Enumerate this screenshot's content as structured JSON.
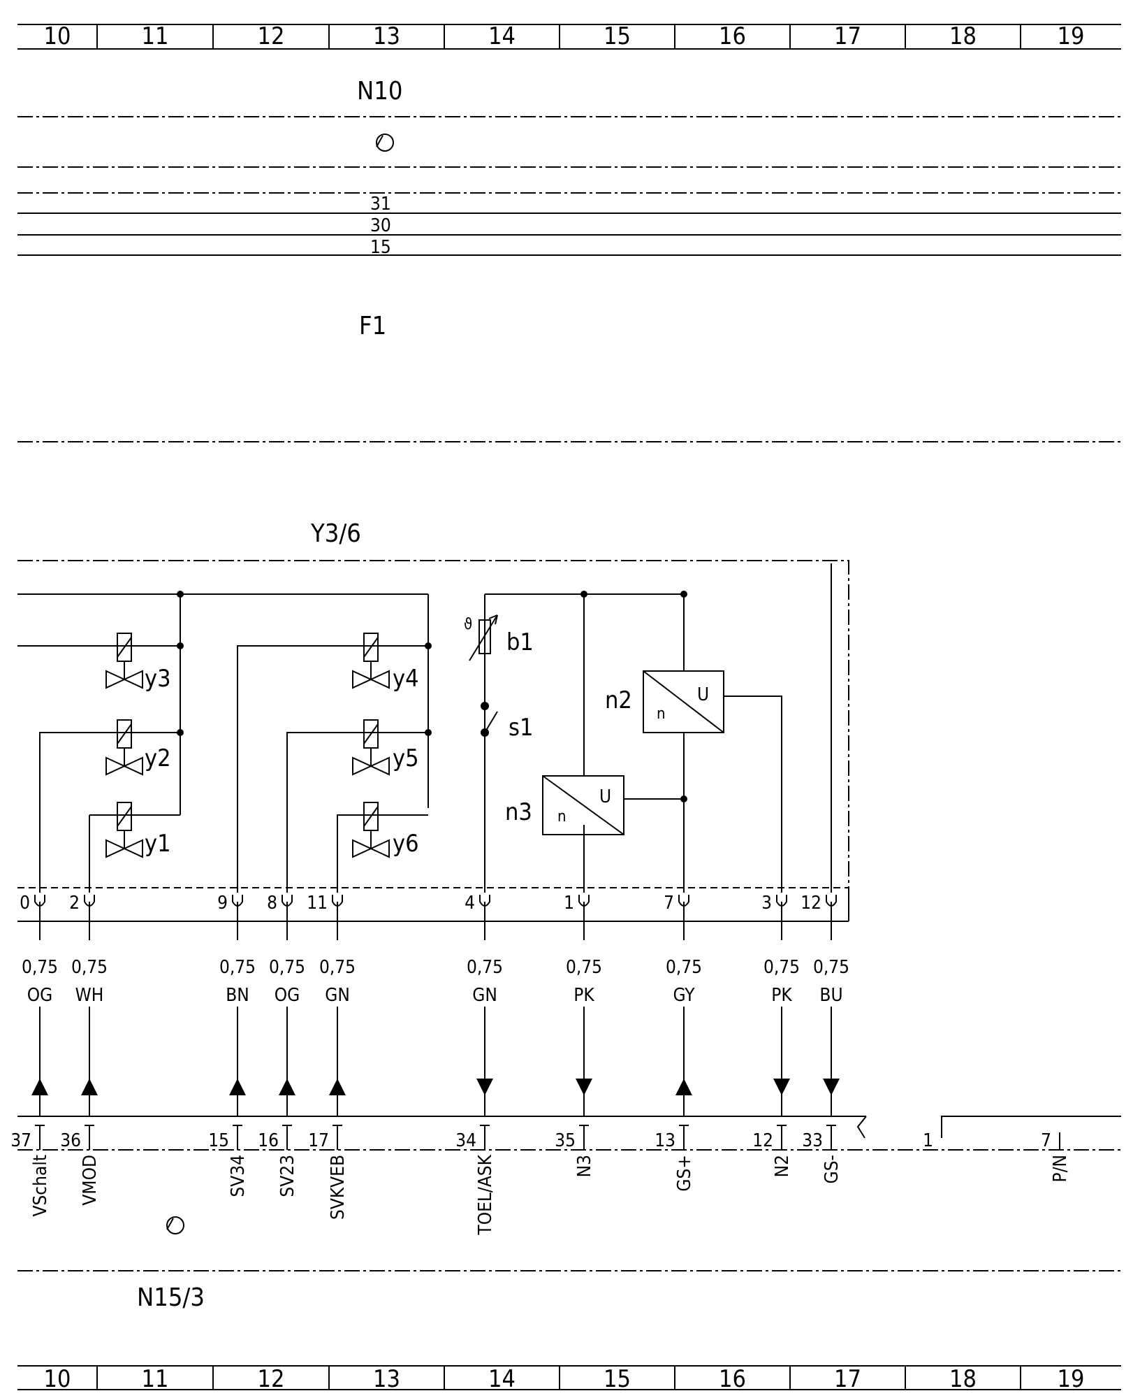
{
  "grid_columns": [
    "10",
    "11",
    "12",
    "13",
    "14",
    "15",
    "16",
    "17",
    "18",
    "19"
  ],
  "components": {
    "n10": "N10",
    "f1": "F1",
    "y3_6": "Y3/6",
    "n15_3": "N15/3"
  },
  "bus_lines": [
    "31",
    "30",
    "15"
  ],
  "valves": [
    "y3",
    "y2",
    "y1",
    "y4",
    "y5",
    "y6"
  ],
  "sensor_labels": {
    "b1": "b1",
    "s1": "s1",
    "n2": "n2",
    "n3": "n3",
    "n": "n",
    "u": "U",
    "theta": "ϑ"
  },
  "connector_pins": [
    "0",
    "2",
    "9",
    "8",
    "11",
    "4",
    "1",
    "7",
    "3",
    "12"
  ],
  "wires": [
    {
      "size": "0,75",
      "color": "OG"
    },
    {
      "size": "0,75",
      "color": "WH"
    },
    {
      "size": "0,75",
      "color": "BN"
    },
    {
      "size": "0,75",
      "color": "OG"
    },
    {
      "size": "0,75",
      "color": "GN"
    },
    {
      "size": "0,75",
      "color": "GN"
    },
    {
      "size": "0,75",
      "color": "PK"
    },
    {
      "size": "0,75",
      "color": "GY"
    },
    {
      "size": "0,75",
      "color": "PK"
    },
    {
      "size": "0,75",
      "color": "BU"
    }
  ],
  "ecu_pins": [
    "37",
    "36",
    "15",
    "16",
    "17",
    "34",
    "35",
    "13",
    "12",
    "33",
    "1",
    "7"
  ],
  "signals": [
    "VSchalt",
    "VMOD",
    "SV34",
    "SV23",
    "SVKVEB",
    "TOEL/ASK",
    "N3",
    "GS+",
    "N2",
    "GS-",
    "P/N"
  ]
}
